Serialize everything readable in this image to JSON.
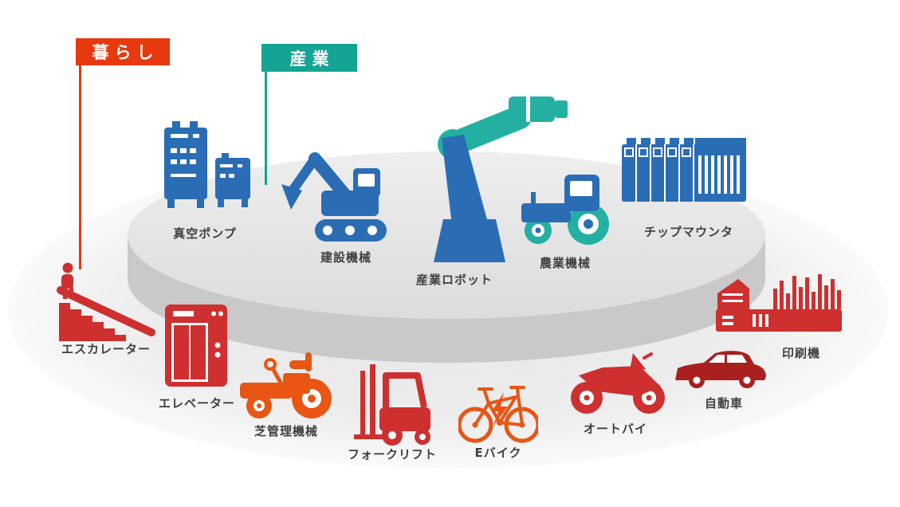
{
  "flags": {
    "lifestyle": {
      "label": "暮らし",
      "color": "#e8380d"
    },
    "industry": {
      "label": "産業",
      "color": "#14a493"
    }
  },
  "items": {
    "vacuum_pump": {
      "label": "真空ポンプ",
      "category": "industry"
    },
    "construction_machinery": {
      "label": "建設機械",
      "category": "industry"
    },
    "industrial_robot": {
      "label": "産業ロボット",
      "category": "industry"
    },
    "agricultural_machinery": {
      "label": "農業機械",
      "category": "industry"
    },
    "chip_mounter": {
      "label": "チップマウンタ",
      "category": "industry"
    },
    "escalator": {
      "label": "エスカレーター",
      "category": "lifestyle"
    },
    "elevator": {
      "label": "エレベーター",
      "category": "lifestyle"
    },
    "lawn_care_machinery": {
      "label": "芝管理機械",
      "category": "lifestyle"
    },
    "forklift": {
      "label": "フォークリフト",
      "category": "lifestyle"
    },
    "e_bike": {
      "label": "Eバイク",
      "category": "lifestyle"
    },
    "motorcycle": {
      "label": "オートバイ",
      "category": "lifestyle"
    },
    "automobile": {
      "label": "自動車",
      "category": "lifestyle"
    },
    "printing_machine": {
      "label": "印刷機",
      "category": "lifestyle"
    }
  },
  "colors": {
    "industry_blue": "#2a6db5",
    "industry_teal": "#23b0a2",
    "lifestyle_red": "#ce2f2f",
    "lifestyle_orange": "#e95513",
    "automobile_dark_red": "#a8211e",
    "label_text": "#3f3f3f",
    "platform_top": "#e9e9e9",
    "platform_side": "#c9c9c9"
  }
}
